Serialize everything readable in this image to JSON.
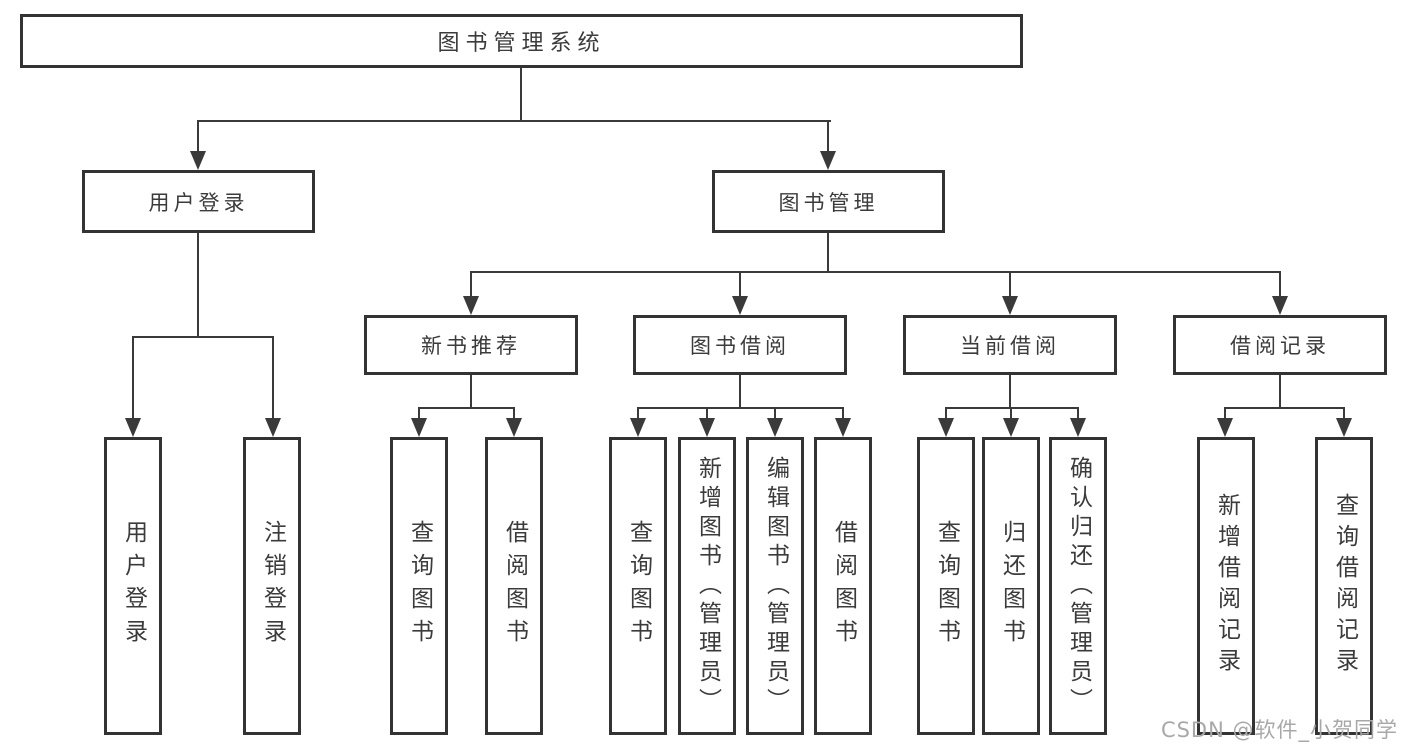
{
  "tree": {
    "root": "图书管理系统",
    "level2": {
      "user_login": "用户登录",
      "book_management": "图书管理"
    },
    "level3": {
      "new_book_recommend": "新书推荐",
      "book_borrow": "图书借阅",
      "current_borrow": "当前借阅",
      "borrow_records": "借阅记录"
    },
    "leaves": {
      "user_login_children": [
        "用户登录",
        "注销登录"
      ],
      "recommend_children": [
        "查询图书",
        "借阅图书"
      ],
      "book_borrow_children": [
        "查询图书",
        "新增图书（管理员）",
        "编辑图书（管理员）",
        "借阅图书"
      ],
      "current_borrow_children": [
        "查询图书",
        "归还图书",
        "确认归还（管理员）"
      ],
      "records_children": [
        "新增借阅记录",
        "查询借阅记录"
      ]
    }
  },
  "watermark": "CSDN @软件_小贺同学",
  "colors": {
    "line": "#3a3a3a",
    "box_border": "#333333",
    "text": "#3b3b3b",
    "watermark": "#a8a8a8",
    "background": "#ffffff"
  }
}
